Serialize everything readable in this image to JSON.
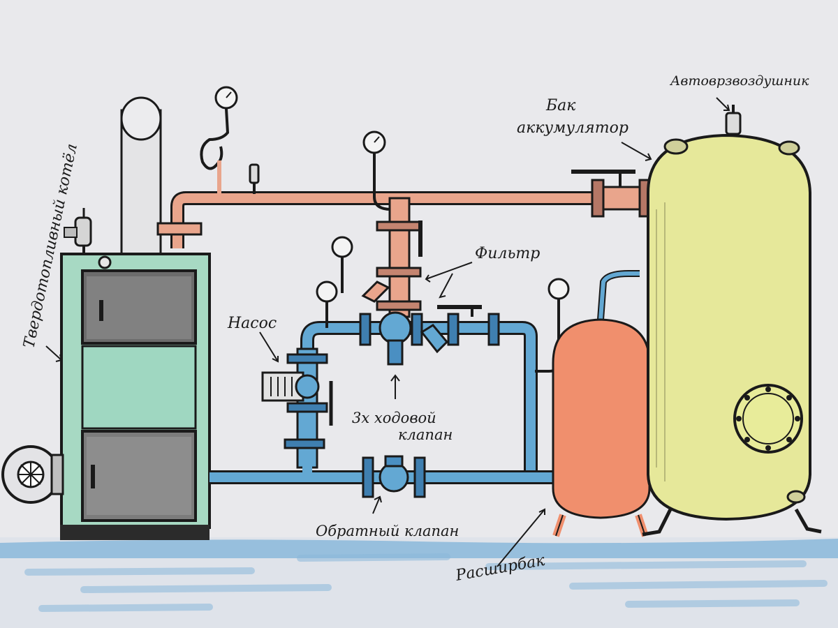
{
  "labels": {
    "boiler": "Твердотопливный котёл",
    "accumulator_line1": "Бак",
    "accumulator_line2": "аккумулятор",
    "air_vent": "Автоврзвоздушник",
    "filter": "Фильтр",
    "pump": "Насос",
    "three_way_line1": "3х ходовой",
    "three_way_line2": "клапан",
    "check_valve": "Обратный клапан",
    "expansion_tank": "Расширбак"
  },
  "colors": {
    "paper": "#e9e9ec",
    "boiler": "#a7d9c3",
    "boiler_dark": "#3a3a3a",
    "supply_pipe": "#e9a58c",
    "return_pipe": "#63a8d3",
    "accumulator": "#e6e89a",
    "expansion_tank": "#f08f6d",
    "floor": "#7fb3d8",
    "ink": "#1a1a1a"
  }
}
